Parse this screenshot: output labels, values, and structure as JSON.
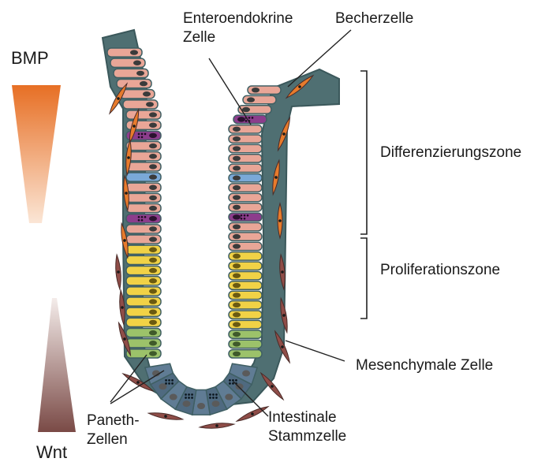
{
  "gradients": {
    "bmp": {
      "label": "BMP",
      "color_top": "#e76f24",
      "color_bottom": "#fbe6d6"
    },
    "wnt": {
      "label": "Wnt",
      "color_top": "#f4ecea",
      "color_bottom": "#7a4a46"
    }
  },
  "labels": {
    "enteroendocrine_line1": "Enteroendokrine",
    "enteroendocrine_line2": "Zelle",
    "goblet": "Becherzelle",
    "differentiation": "Differenzierungszone",
    "proliferation": "Proliferationszone",
    "mesenchymal": "Mesenchymale Zelle",
    "stem_line1": "Intestinale",
    "stem_line2": "Stammzelle",
    "paneth_line1": "Paneth-",
    "paneth_line2": "Zellen"
  },
  "colors": {
    "outline": "#3f5f63",
    "crypt_fill": "#5f7f7e",
    "enterocyte": "#e9a697",
    "goblet": "#8c3d8c",
    "enteroendocrine": "#7aa9d8",
    "proliferating": "#f1d246",
    "transit": "#9cc26a",
    "stem": "#607c94",
    "mesenchymal_orange": "#e77b2c",
    "mesenchymal_brown": "#8f4d48"
  }
}
